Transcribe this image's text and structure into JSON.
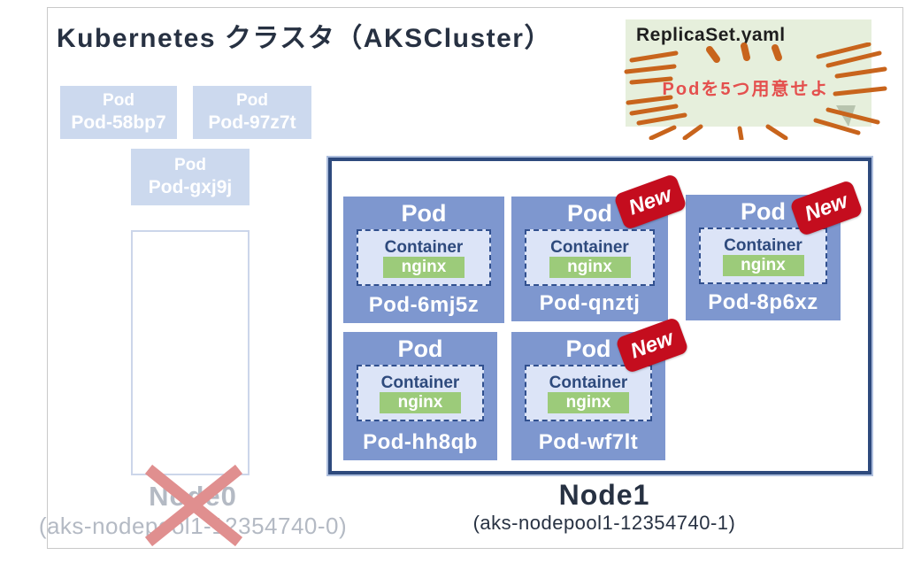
{
  "title": "Kubernetes クラスタ（AKSCluster）",
  "note": {
    "filename": "ReplicaSet.yaml",
    "message": "Podを5つ用意せよ"
  },
  "badge_label": "New",
  "terminated_pods": [
    {
      "title": "Pod",
      "name": "Pod-58bp7"
    },
    {
      "title": "Pod",
      "name": "Pod-97z7t"
    },
    {
      "title": "Pod",
      "name": "Pod-gxj9j"
    }
  ],
  "node0": {
    "name": "Node0",
    "hostname": "(aks-nodepool1-12354740-0)"
  },
  "node1": {
    "name": "Node1",
    "hostname": "(aks-nodepool1-12354740-1)",
    "pods": [
      {
        "title": "Pod",
        "container_label": "Container",
        "image": "nginx",
        "name": "Pod-6mj5z",
        "is_new": false
      },
      {
        "title": "Pod",
        "container_label": "Container",
        "image": "nginx",
        "name": "Pod-qnztj",
        "is_new": true
      },
      {
        "title": "Pod",
        "container_label": "Container",
        "image": "nginx",
        "name": "Pod-8p6xz",
        "is_new": true
      },
      {
        "title": "Pod",
        "container_label": "Container",
        "image": "nginx",
        "name": "Pod-hh8qb",
        "is_new": false
      },
      {
        "title": "Pod",
        "container_label": "Container",
        "image": "nginx",
        "name": "Pod-wf7lt",
        "is_new": true
      }
    ]
  },
  "colors": {
    "pod_blue": "#7E97CF",
    "pod_faded_blue": "#CCD9EE",
    "container_bg": "#DCE4F7",
    "container_border": "#31508F",
    "nginx_green": "#9CCB7A",
    "badge_red": "#C40D1E",
    "note_green": "#E6EFDC",
    "burst_orange": "#C8641C",
    "message_red": "#E4504E",
    "node1_border": "#2E4A7D",
    "muted_gray": "#B4BAC4",
    "ink": "#273142",
    "cross_pink": "#E08F8F"
  }
}
